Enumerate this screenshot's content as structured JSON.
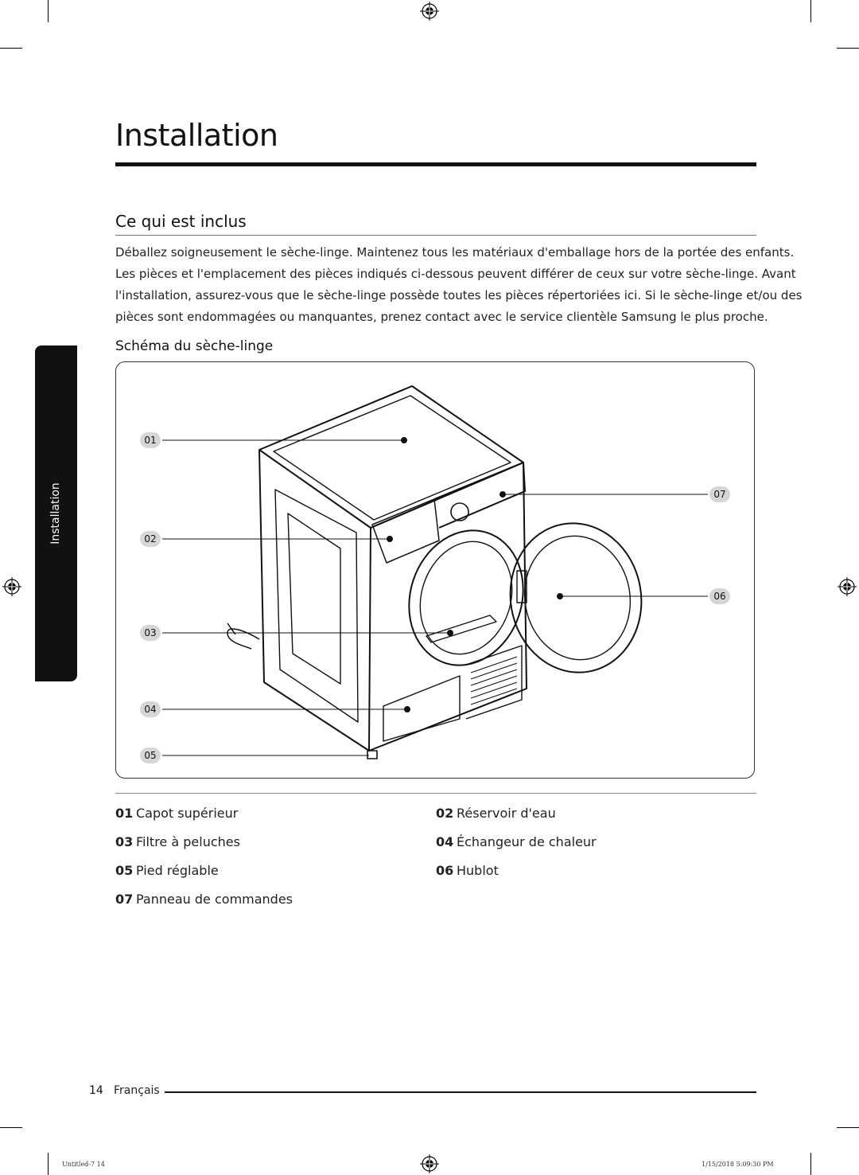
{
  "page_title": "Installation",
  "section_title": "Ce qui est inclus",
  "intro_lines": [
    "Déballez soigneusement le sèche-linge. Maintenez tous les matériaux d'emballage hors de la portée des enfants.",
    "Les pièces et l'emplacement des pièces indiqués ci-dessous peuvent différer de ceux sur votre sèche-linge. Avant",
    "l'installation, assurez-vous que le sèche-linge possède toutes les pièces répertoriées ici. Si le sèche-linge et/ou des",
    "pièces sont endommagées ou manquantes, prenez contact avec le service clientèle Samsung le plus proche."
  ],
  "subsection_title": "Schéma du sèche-linge",
  "side_tab_label": "Installation",
  "callouts": {
    "c01": "01",
    "c02": "02",
    "c03": "03",
    "c04": "04",
    "c05": "05",
    "c06": "06",
    "c07": "07"
  },
  "legend": [
    {
      "num": "01",
      "label": "Capot supérieur"
    },
    {
      "num": "02",
      "label": "Réservoir d'eau"
    },
    {
      "num": "03",
      "label": "Filtre à peluches"
    },
    {
      "num": "04",
      "label": "Échangeur de chaleur"
    },
    {
      "num": "05",
      "label": "Pied réglable"
    },
    {
      "num": "06",
      "label": "Hublot"
    },
    {
      "num": "07",
      "label": "Panneau de commandes"
    }
  ],
  "footer": {
    "page_number": "14",
    "language": "Français"
  },
  "imprint": {
    "left": "Untitled-7   14",
    "right": "1/15/2018   5:09:30 PM"
  }
}
